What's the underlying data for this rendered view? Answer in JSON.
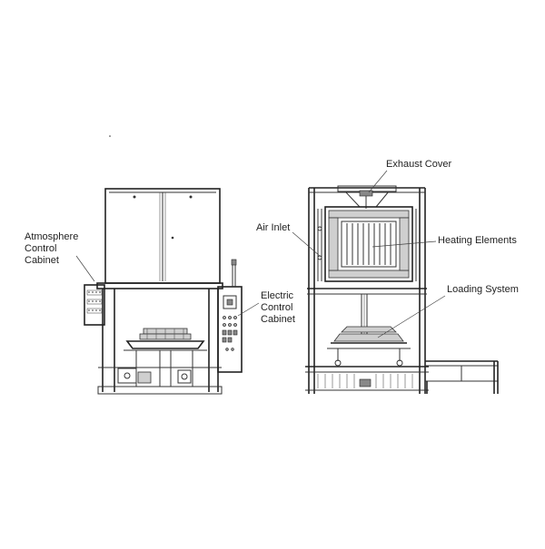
{
  "labels": {
    "atmosphere": [
      "Atmosphere",
      "Control",
      "Cabinet"
    ],
    "electric": [
      "Electric",
      "Control",
      "Cabinet"
    ],
    "exhaust": "Exhaust Cover",
    "air_inlet": "Air Inlet",
    "heating": "Heating Elements",
    "loading": "Loading System"
  }
}
